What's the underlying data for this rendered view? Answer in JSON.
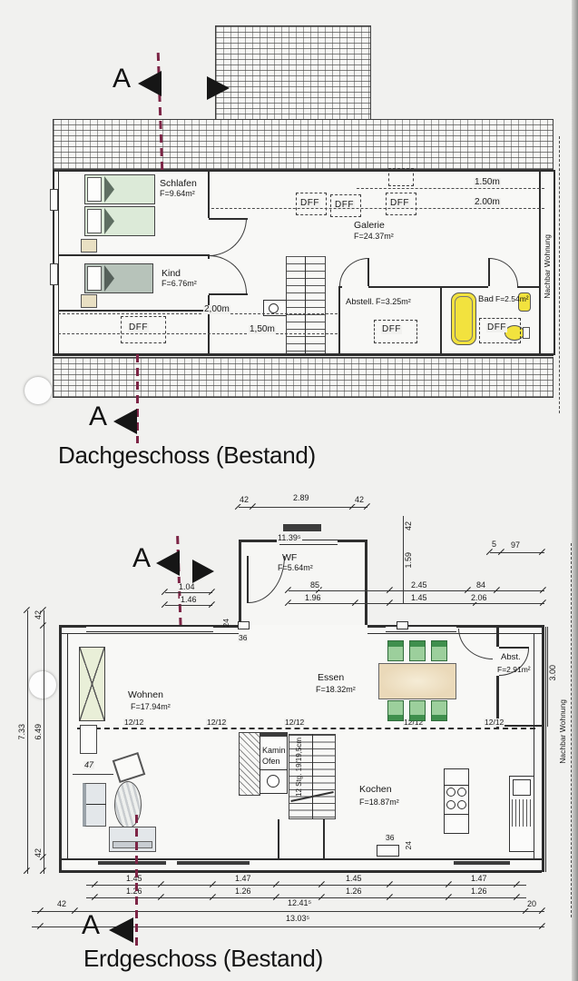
{
  "colors": {
    "paper": "#f1f1ef",
    "line": "#2e2e2e",
    "section_line_red": "#7d2546",
    "bed_green": "#dcead8",
    "kind_bed_gray_green": "#b7c3ba",
    "sanitary_yellow": "#f2e23e",
    "chair_green": "#9ccf9c",
    "chair_band_green": "#3f8f4d",
    "table_tan": "#ead9b9",
    "wardrobe_pale_green": "#e9efd8"
  },
  "dach": {
    "title": "Dachgeschoss (Bestand)",
    "section_letter": "A",
    "neighbor": "Nachbar Wohnung",
    "dff": "DFF",
    "rooms": {
      "schlafen_name": "Schlafen",
      "schlafen_area": "F=9.64m²",
      "kind_name": "Kind",
      "kind_area": "F=6.76m²",
      "galerie_name": "Galerie",
      "galerie_area": "F=24.37m²",
      "abstell_name": "Abstell.",
      "abstell_area": "F=3.25m²",
      "bad_name": "Bad",
      "bad_area": "F=2.54m²"
    },
    "heights": {
      "right_150": "1.50m",
      "right_200": "2.00m",
      "left_200": "2,00m",
      "left_150": "1,50m"
    }
  },
  "erd": {
    "title": "Erdgeschoss (Bestand)",
    "section_letter": "A",
    "neighbor": "Nachbar Wohnung",
    "beam_label": "12/12",
    "stairs_label": "12 Stg. 19/19,5cm",
    "rooms": {
      "wf_name": "WF",
      "wf_area": "F=5.64m²",
      "wohnen_name": "Wohnen",
      "wohnen_area": "F=17.94m²",
      "essen_name": "Essen",
      "essen_area": "F=18.32m²",
      "abst_name": "Abst.",
      "abst_area": "F=2.91m²",
      "kochen_name": "Kochen",
      "kochen_area": "F=18.87m²",
      "kamin_line1": "Kamin",
      "kamin_line2": "Ofen"
    },
    "dims": {
      "top_42l": "42",
      "top_289": "2.89",
      "top_42r": "42",
      "win_1139": "11.39⁵",
      "v42": "42",
      "v159": "1.59",
      "d85": "85",
      "d196": "1.96",
      "d245": "2.45",
      "d145": "1.45",
      "d84": "84",
      "d206": "2.06",
      "d5": "5",
      "d97": "97",
      "sec_104": "1.04",
      "sec_146": "1.46",
      "notch_24a": "24",
      "notch_36a": "36",
      "left_42t": "42",
      "left_733": "7.33",
      "left_649": "6.49",
      "left_42b": "42",
      "d47": "47",
      "d300": "3.00",
      "notch_36b": "36",
      "notch_24b": "24",
      "b145a": "1.45",
      "b126a": "1.26",
      "b147a": "1.47",
      "b126b": "1.26",
      "b145b": "1.45",
      "b126c": "1.26",
      "b147b": "1.47",
      "b126d": "1.26",
      "chain_42": "42",
      "chain_1241": "12.41⁵",
      "chain_20": "20",
      "chain_1303": "13.03⁵"
    }
  }
}
